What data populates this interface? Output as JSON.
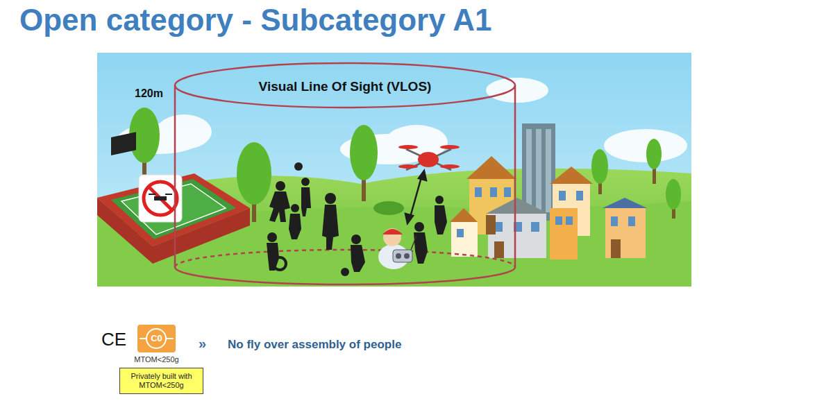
{
  "diagram": {
    "title": "Open category - Subcategory A1",
    "nodes": [
      {
        "text": [
          "C0",
          "MTOM<250g"
        ]
      },
      {
        "text": [
          "Privately built with MTOM<250g"
        ]
      }
    ],
    "labels": [
      "Visual Line Of Sight (VLOS)",
      "120m",
      "CE",
      "»",
      "No fly over assembly of people"
    ]
  }
}
